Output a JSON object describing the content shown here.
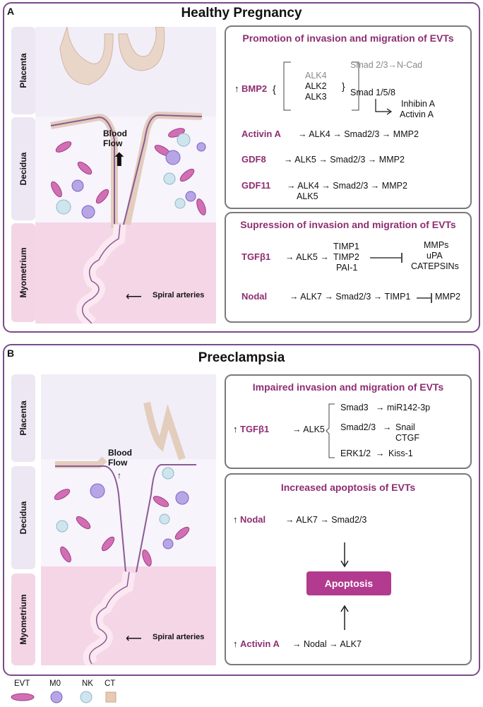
{
  "panel_a": {
    "letter": "A",
    "title": "Healthy Pregnancy",
    "regions": [
      "Placenta",
      "Decidua",
      "Myometrium"
    ],
    "blood_flow": "Blood Flow",
    "spiral_arteries": "Spiral arteries",
    "box1": {
      "title": "Promotion of invasion and migration of EVTs",
      "bmp2": "BMP2",
      "alk4": "ALK4",
      "alk2": "ALK2",
      "alk3": "ALK3",
      "smad23_ncad": "Smad 2/3→N-Cad",
      "smad158": "Smad 1/5/8",
      "inhibin": "Inhibin A",
      "activin": "Activin A",
      "activin_a": "Activin A",
      "activin_path": "→ ALK4 → Smad2/3  →  MMP2",
      "gdf8": "GDF8",
      "gdf8_path": "→ ALK5 → Smad2/3  →  MMP2",
      "gdf11": "GDF11",
      "gdf11_path": "→ ALK4 → Smad2/3  →  MMP2",
      "gdf11_alk5": "ALK5"
    },
    "box2": {
      "title": "Supression of invasion and migration of EVTs",
      "tgfb1": "TGFβ1",
      "tgfb1_arrow": "→ ALK5 →",
      "timp1": "TIMP1",
      "timp2": "TIMP2",
      "pai1": "PAI-1",
      "mmps": "MMPs",
      "upa": "uPA",
      "catepsins": "CATEPSINs",
      "nodal": "Nodal",
      "nodal_path": "→ ALK7 → Smad2/3  →  TIMP1",
      "mmp2": "MMP2"
    }
  },
  "panel_b": {
    "letter": "B",
    "title": "Preeclampsia",
    "regions": [
      "Placenta",
      "Decidua",
      "Myometrium"
    ],
    "blood_flow": "Blood Flow",
    "spiral_arteries": "Spiral arteries",
    "box1": {
      "title": "Impaired invasion and migration of EVTs",
      "tgfb1": "TGFβ1",
      "alk5": "→ ALK5",
      "smad3": "Smad3",
      "mir": "miR142-3p",
      "smad23": "Smad2/3",
      "snail": "Snail",
      "ctgf": "CTGF",
      "erk": "ERK1/2",
      "kiss": "Kiss-1"
    },
    "box2": {
      "title": "Increased apoptosis of EVTs",
      "nodal": "Nodal",
      "nodal_path": "→ ALK7 → Smad2/3",
      "apoptosis": "Apoptosis",
      "activin": "Activin A",
      "activin_path": "→ Nodal → ALK7"
    }
  },
  "legend": [
    "EVT",
    "M0",
    "NK",
    "CT"
  ],
  "colors": {
    "frame": "#7b4a8c",
    "ligand": "#8e2e72",
    "apoptosis": "#b23a8f",
    "myometrium": "#f3d5e6"
  }
}
